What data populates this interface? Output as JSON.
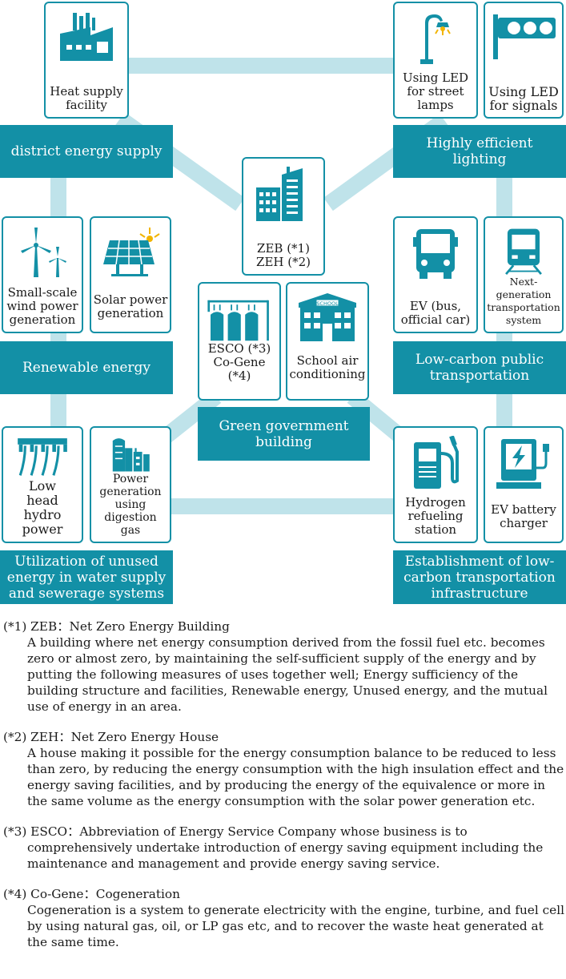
{
  "colors": {
    "teal": "#1390a6",
    "connector": "#bfe3ea",
    "icon": "#1390a6"
  },
  "cards": {
    "heat": "Heat supply facility",
    "led_street": "Using LED for street lamps",
    "led_signals": "Using LED for signals",
    "zeb": "ZEB (*1) ZEH (*2)",
    "wind": "Small-scale wind power generation",
    "solar": "Solar power generation",
    "ev": "EV (bus, official car)",
    "nextgen": "Next-generation transportation system",
    "esco": "ESCO (*3) Co-Gene (*4)",
    "school": "School air conditioning",
    "hydro": "Low head hydro power",
    "digestion": "Power generation using digestion gas",
    "hydrogen": "Hydrogen refueling station",
    "ev_charger": "EV battery charger"
  },
  "bands": {
    "district": "district energy supply",
    "lighting": "Highly efficient lighting",
    "renewable": "Renewable energy",
    "lowcarbon_public": "Low-carbon public transportation",
    "green_gov": "Green government building",
    "unused": "Utilization of unused energy in water supply and sewerage systems",
    "infra": "Establishment of low-carbon transportation infrastructure"
  },
  "icons": {
    "heat": "factory-icon",
    "led_street": "street-lamp-icon",
    "led_signals": "traffic-signal-icon",
    "zeb": "buildings-icon",
    "wind": "wind-turbine-icon",
    "solar": "solar-panel-icon",
    "ev": "bus-icon",
    "nextgen": "train-icon",
    "esco": "tanks-icon",
    "school": "school-icon",
    "hydro": "dam-icon",
    "digestion": "digestion-plant-icon",
    "hydrogen": "fuel-pump-icon",
    "ev_charger": "ev-charger-icon",
    "school_sign": "SCHOOL"
  },
  "notes": [
    {
      "head": "(*1) ZEB：Net Zero Energy Building",
      "desc": "A building where net energy consumption derived from the fossil fuel etc. becomes zero or almost zero, by maintaining the self-sufficient supply of the energy and by putting the following measures of uses together well; Energy sufficiency of the building structure and facilities, Renewable energy, Unused energy, and the mutual use of energy in an area."
    },
    {
      "head": "(*2) ZEH：Net Zero Energy House",
      "desc": "A house making it possible for the energy consumption balance to be reduced to less than zero, by reducing the energy consumption with the high insulation effect and the energy saving facilities, and by producing the energy of the equivalence or more in the same volume as the energy consumption  with the solar power generation etc."
    },
    {
      "head": "(*3) ESCO：Abbreviation of Energy Service Company whose business is to comprehensively undertake introduction of energy saving equipment including the maintenance and management and provide energy saving service.",
      "desc": ""
    },
    {
      "head": "(*4) Co-Gene：Cogeneration",
      "desc": "Cogeneration is a system to generate electricity with the engine, turbine, and fuel cell by using natural gas, oil, or LP gas etc, and to recover the waste heat generated at the same time."
    }
  ]
}
